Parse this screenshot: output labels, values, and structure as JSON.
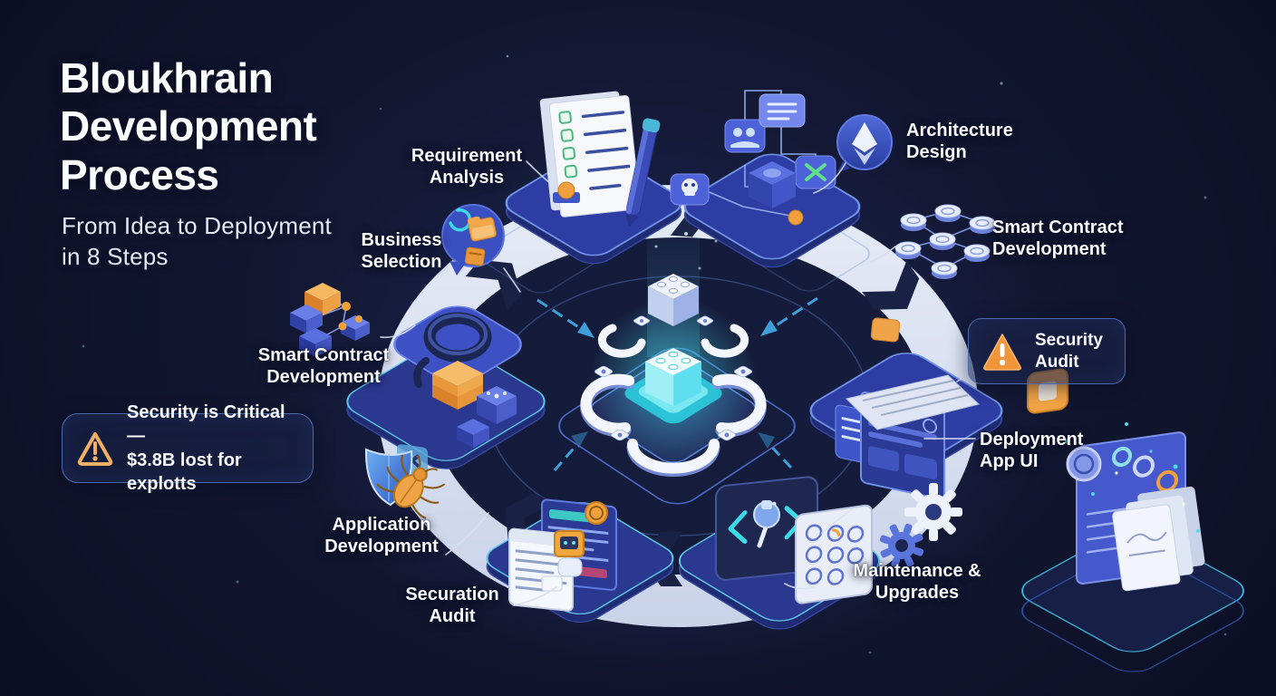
{
  "title": {
    "lines": [
      "Bloukhrain",
      "Development",
      "Process"
    ]
  },
  "subtitle": {
    "lines": [
      "From Idea to Deployment",
      "in 8 Steps"
    ]
  },
  "callout": {
    "icon": "warning-outline-icon",
    "line1": "Security is Critical —",
    "line2": "$3.8B lost for explotts"
  },
  "security_audit_panel": {
    "icon": "warning-triangle-icon",
    "line1": "Security",
    "line2": "Audit"
  },
  "steps": {
    "requirement_analysis": {
      "line1": "Requirement",
      "line2": "Analysis",
      "icon": "checklist-document-icon"
    },
    "architecture_design": {
      "line1": "Architecture",
      "line2": "Design",
      "icon": "ethereum-icon"
    },
    "smart_contract_development_right": {
      "line1": "Smart Contract",
      "line2": "Development",
      "icon": "coin-network-icon"
    },
    "deployment_app_ui": {
      "line1": "Deployment",
      "line2": "App UI",
      "icon": "laptop-icon"
    },
    "maintenance_upgrades": {
      "line1": "Maintenance &",
      "line2": "Upgrades",
      "icon": "gears-icon"
    },
    "securation_audit": {
      "line1": "Securation",
      "line2": "Audit",
      "icon": "robot-browser-icon"
    },
    "application_development": {
      "line1": "Application",
      "line2": "Development",
      "icon": "shield-bug-icon"
    },
    "smart_contract_development_left": {
      "line1": "Smart Contract",
      "line2": "Development",
      "icon": "cube-cluster-icon"
    },
    "business_selection": {
      "line1": "Business",
      "line2": "Selection",
      "icon": "folder-badge-icon"
    }
  },
  "center": {
    "icon": "blockchain-hub-icon",
    "ring_icon": "process-cycle-ring"
  },
  "colors": {
    "background": "#11162f",
    "ring_band": "#d9e0ef",
    "ring_chevron": "#192144",
    "platform_blue": "#2e3da0",
    "platform_rim": "#6f93e6",
    "accent_orange": "#f0a03c",
    "accent_cyan": "#41d2ea",
    "arrow_blue": "#3f9fd9",
    "label_text": "#f8fafe",
    "panel_border": "#4c69ae"
  }
}
